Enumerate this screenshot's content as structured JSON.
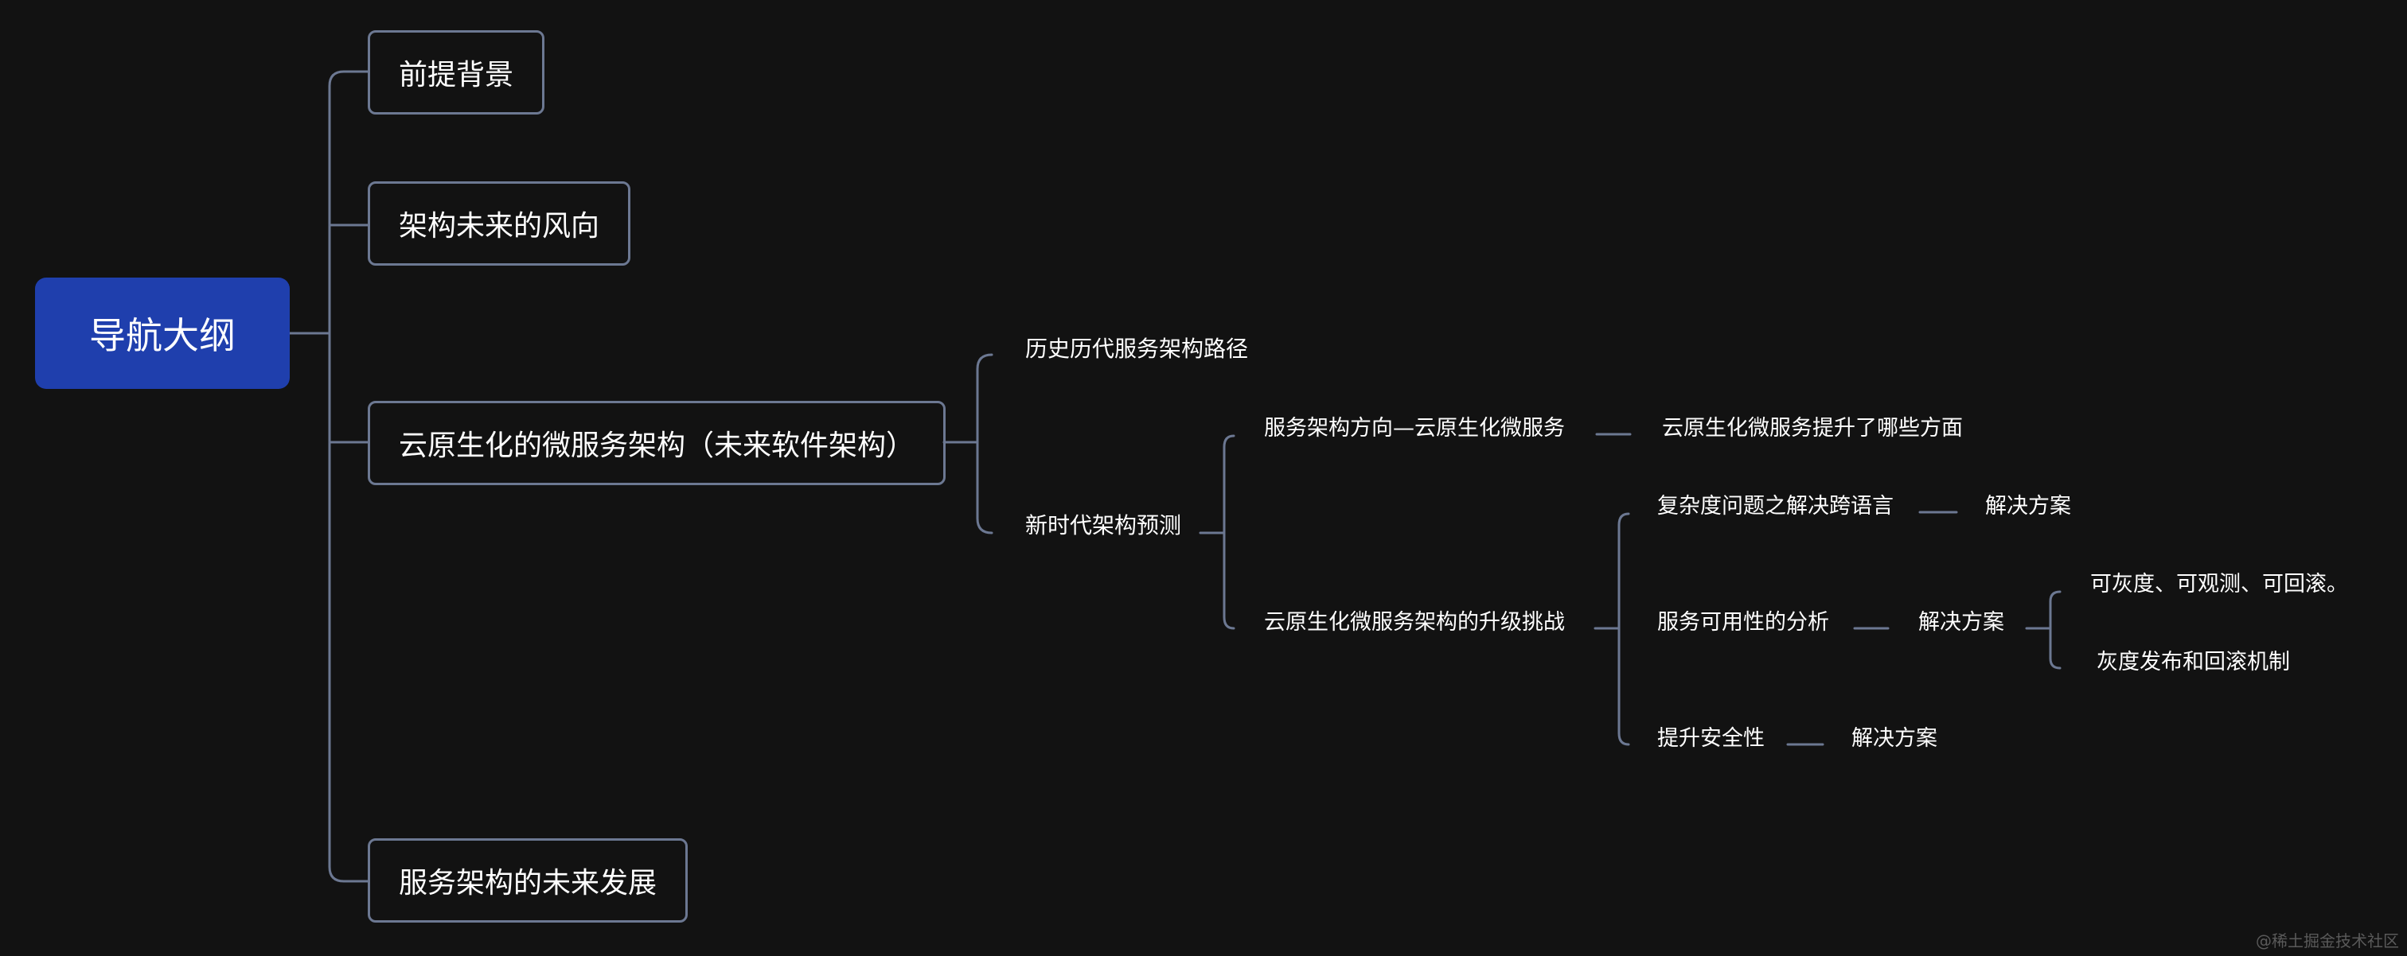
{
  "root": {
    "label": "导航大纲"
  },
  "topics": {
    "t1": "前提背景",
    "t2": "架构未来的风向",
    "t3": "云原生化的微服务架构（未来软件架构）",
    "t4": "服务架构的未来发展"
  },
  "sub": {
    "history": "历史历代服务架构路径",
    "prediction": "新时代架构预测",
    "direction": "服务架构方向—云原生化微服务",
    "direction_detail": "云原生化微服务提升了哪些方面",
    "challenge": "云原生化微服务架构的升级挑战",
    "complexity": "复杂度问题之解决跨语言",
    "complexity_solution": "解决方案",
    "availability": "服务可用性的分析",
    "availability_solution": "解决方案",
    "gray": "可灰度、可观测、可回滚。",
    "gray_release": "灰度发布和回滚机制",
    "security": "提升安全性",
    "security_solution": "解决方案"
  },
  "watermark": "@稀土掘金技术社区",
  "colors": {
    "background": "#121212",
    "root_fill": "#1f3fad",
    "line": "#6c7892"
  }
}
